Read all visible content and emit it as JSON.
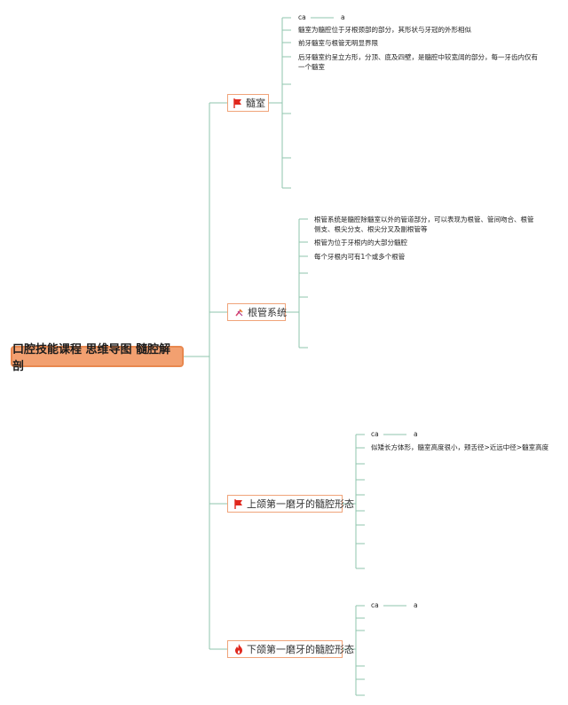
{
  "root": {
    "label": "口腔技能课程 思维导图 髓腔解剖"
  },
  "branches": [
    {
      "label": "髓室",
      "icon": "red-flag-icon",
      "leaves": [
        "髓室为髓腔位于牙根颈部的部分，其形状与牙冠的外形相似",
        "前牙髓室与根管无明显界限",
        "后牙髓室约呈立方形，分顶、底及四壁，是髓腔中较宽阔的部分，每一牙齿内仅有一个髓室"
      ],
      "header_left": "ca",
      "header_right": "a"
    },
    {
      "label": "根管系统",
      "icon": "tools-icon",
      "leaves": [
        "根管系统是髓腔除髓室以外的管道部分，可以表现为根管、管间吻合、根管侧支、根尖分支、根尖分叉及副根管等",
        "根管为位于牙根内的大部分髓腔",
        "每个牙根内可有1个或多个根管"
      ]
    },
    {
      "label": "上颌第一磨牙的髓腔形态",
      "icon": "red-flag-icon",
      "header_left": "ca",
      "header_right": "a",
      "leaves": [
        "似矮长方体形，髓室高度很小，颊舌径>近远中径>髓室高度"
      ]
    },
    {
      "label": "下颌第一磨牙的髓腔形态",
      "icon": "fire-icon",
      "header_left": "ca",
      "header_right": "a",
      "leaves": []
    }
  ],
  "colors": {
    "line": "#8fc5ae",
    "node_border": "#f0a47a",
    "root_fill": "#f2a070",
    "flag_red": "#e0281e"
  }
}
